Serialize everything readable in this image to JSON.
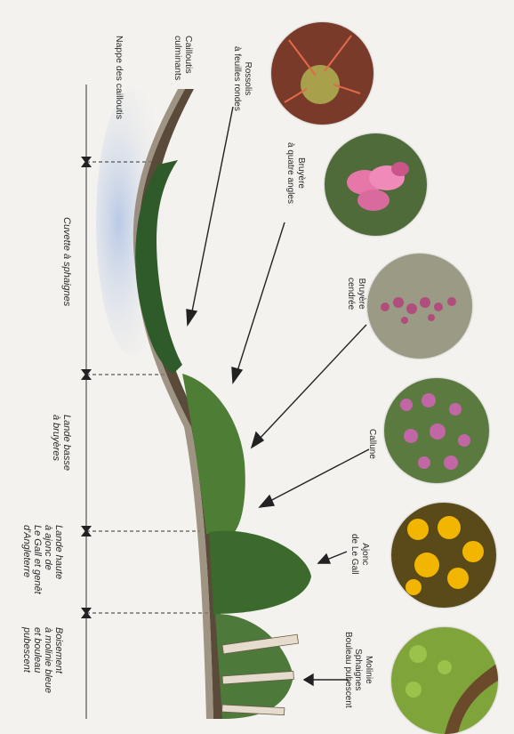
{
  "zones": [
    {
      "label": "Cuvette à sphaignes"
    },
    {
      "label": "Lande basse\nà bruyères"
    },
    {
      "label": "Lande haute\nà ajonc de\nLe Gall et genêt\nd'Angleterre"
    },
    {
      "label": "Boisement\nà molinie bleue\net bouleau\npubescent"
    }
  ],
  "profile_labels": {
    "cailloutis": "Cailloutis\nculminants",
    "nappe": "Nappe des cailloutis"
  },
  "plants": [
    {
      "label": "Rossolis\nà feuilles rondes",
      "photo_color": "#9b4a36"
    },
    {
      "label": "Bruyère\nà quatre angles",
      "photo_color": "#e777a8"
    },
    {
      "label": "Bruyère\ncendrée",
      "photo_color": "#b04d7d"
    },
    {
      "label": "Callune",
      "photo_color": "#c267a6"
    },
    {
      "label": "Ajonc\nde Le Gall",
      "photo_color": "#e8a800"
    },
    {
      "label": "Molinie\nSphaignes\nBouleau pubescent",
      "photo_color": "#7ea43a"
    }
  ]
}
